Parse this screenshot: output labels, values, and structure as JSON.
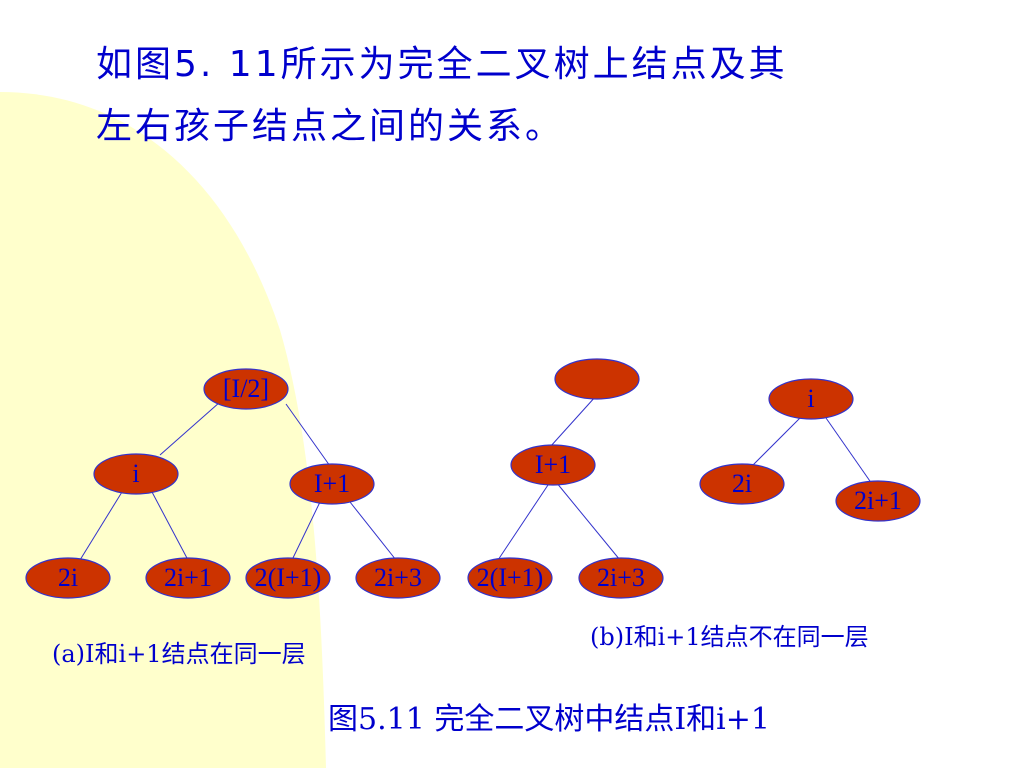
{
  "intro": {
    "line1": "如图5. 11所示为完全二叉树上结点及其",
    "line2": "左右孩子结点之间的关系。"
  },
  "colors": {
    "background_blob": "#ffffcc",
    "node_fill": "#cc3300",
    "node_stroke": "#3333cc",
    "text": "#0000cc"
  },
  "diagram_a": {
    "nodes": {
      "root": "[I/2]",
      "i": "i",
      "i_plus_1": "I+1",
      "two_i": "2i",
      "two_i_plus_1": "2i+1",
      "two_i_plus_1_paren": "2(I+1)",
      "two_i_plus_3": "2i+3"
    },
    "caption": "(a)I和i+1结点在同一层"
  },
  "diagram_b": {
    "nodes": {
      "top": "",
      "i_plus_1": "I+1",
      "two_i_plus_1_paren": "2(I+1)",
      "two_i_plus_3": "2i+3",
      "i": "i",
      "two_i": "2i",
      "two_i_plus_1": "2i+1"
    },
    "caption": "(b)I和i+1结点不在同一层"
  },
  "figure_title": "图5.11 完全二叉树中结点I和i+1"
}
